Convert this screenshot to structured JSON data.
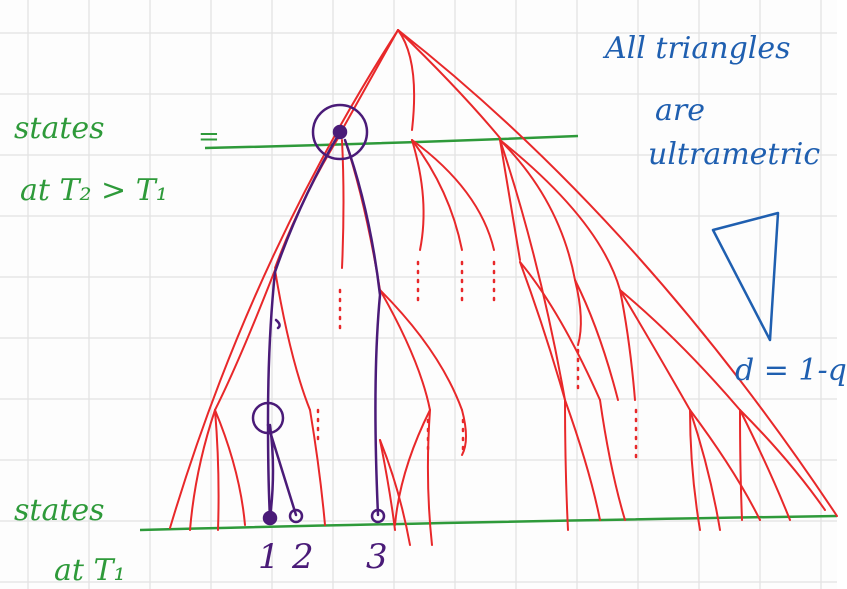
{
  "labels": {
    "states_T2_line1": "states",
    "states_T2_line2": "at T₂ > T₁",
    "states_T1_line1": "states",
    "states_T1_line2": "at T₁",
    "note_line1": "All triangles",
    "note_line2": "are",
    "note_line3": "ultrametric",
    "distance": "d = 1-q",
    "leaf_1": "1",
    "leaf_2": "2",
    "leaf_3": "3",
    "mark_equals": "="
  },
  "colors": {
    "tree": "#e8282a",
    "path": "#4a1b78",
    "level_line": "#2e9a3a",
    "note": "#1f5fb0",
    "grid": "#e2e2e2"
  }
}
